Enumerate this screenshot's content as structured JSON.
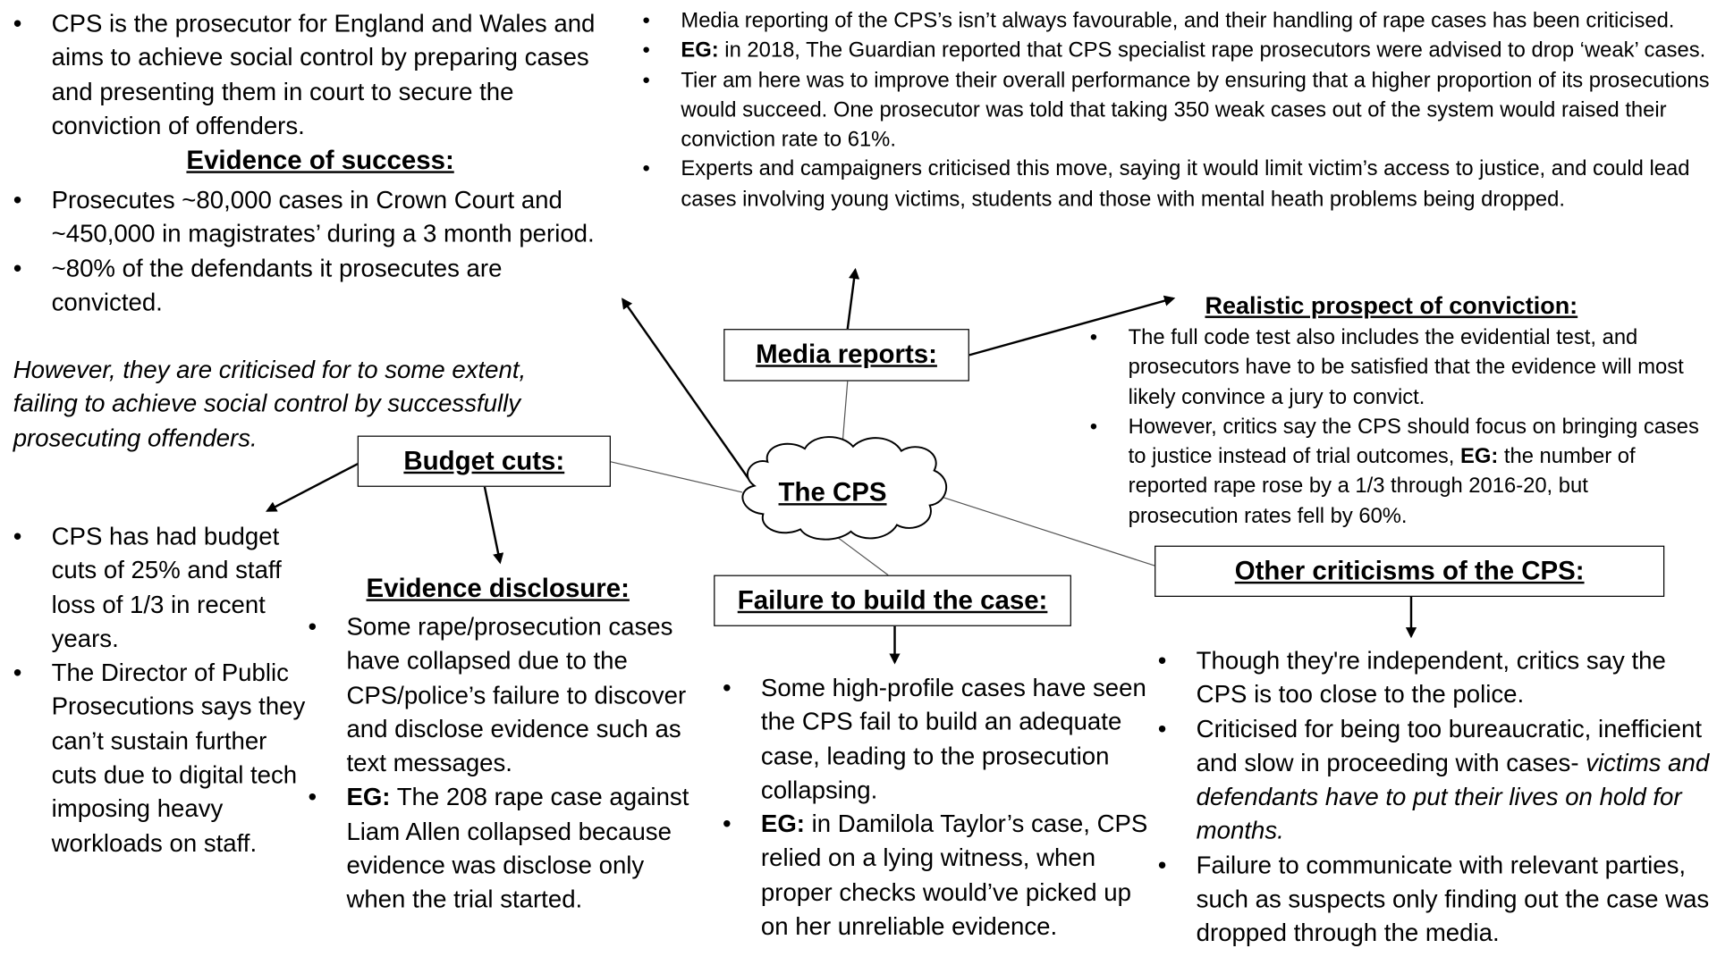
{
  "intro": {
    "bullet": "CPS is the prosecutor for England and Wales and aims to achieve social control by preparing cases and presenting them in court to secure the conviction of offenders."
  },
  "success": {
    "heading": "Evidence of success:",
    "bullets": [
      "Prosecutes ~80,000 cases in Crown Court and ~450,000 in magistrates’ during a 3 month period.",
      "~80% of the defendants it prosecutes are convicted."
    ],
    "however": "However, they are criticised for to some extent, failing to achieve social control by successfully prosecuting offenders."
  },
  "media": {
    "bullets": [
      "Media reporting of the CPS’s isn’t always favourable, and their handling of rape cases has been criticised.",
      "in 2018, The Guardian reported that CPS specialist rape prosecutors were advised to drop ‘weak’ cases.",
      "Tier am here was to improve their overall performance by ensuring that a higher proportion of its prosecutions would succeed. One prosecutor was told that taking 350 weak cases out of the system would raised their conviction rate to 61%.",
      "Experts and campaigners criticised this move, saying it would limit victim’s access to justice, and could lead cases involving young victims, students and those with mental heath problems being dropped."
    ],
    "eg_prefix": "EG:"
  },
  "realistic": {
    "heading": "Realistic prospect of conviction:",
    "bullets": [
      "The full code test also includes the evidential test, and prosecutors have to be satisfied that the evidence will most likely convince a jury to convict.",
      "However, critics say the CPS should focus on bringing cases to justice instead of trial outcomes,",
      "the number of reported rape rose by a 1/3 through 2016-20, but prosecution rates fell by 60%."
    ],
    "eg_prefix": "EG:"
  },
  "boxes": {
    "media_reports": "Media reports:",
    "budget_cuts": "Budget cuts:",
    "the_cps": "The CPS",
    "failure": "Failure to build the case:",
    "other": "Other criticisms of the CPS:"
  },
  "budget": {
    "bullets": [
      "CPS has had budget cuts of 25% and staff loss of 1/3 in recent years.",
      "The Director of Public Prosecutions says they can’t sustain further cuts due to digital tech imposing heavy workloads on staff."
    ]
  },
  "disclosure": {
    "heading": "Evidence disclosure:",
    "bullets": [
      "Some rape/prosecution cases have collapsed due to the CPS/police’s failure to discover and disclose evidence such as text messages.",
      "The 208 rape case against Liam Allen collapsed because evidence was disclose only when the trial started."
    ],
    "eg_prefix": "EG:"
  },
  "failure": {
    "bullets": [
      "Some high-profile cases have seen the CPS fail to build an adequate case, leading to the prosecution collapsing.",
      "in Damilola Taylor’s case, CPS relied on a lying witness, when proper checks would’ve picked up on her unreliable evidence."
    ],
    "eg_prefix": "EG:"
  },
  "other": {
    "bullets": [
      "Though they're independent, critics say the CPS is too close to the police.",
      "Criticised for being too bureaucratic, inefficient and slow in proceeding with cases-",
      "Failure to communicate with relevant parties, such as suspects only finding out the case was dropped through the media."
    ],
    "italic_tail": "victims and defendants have to put their lives on hold for months."
  }
}
